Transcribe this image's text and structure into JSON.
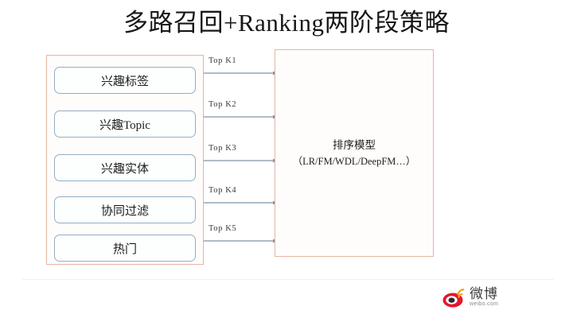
{
  "slide": {
    "title": "多路召回+Ranking两阶段策略",
    "background_color": "#ffffff",
    "title_color": "#171717"
  },
  "recall_stage": {
    "container_border_color": "#e8b3a2",
    "box_border_color": "#93aec2",
    "channels": [
      {
        "label": "兴趣标签"
      },
      {
        "label": "兴趣Topic"
      },
      {
        "label": "兴趣实体"
      },
      {
        "label": "协同过滤"
      },
      {
        "label": "热门"
      }
    ]
  },
  "arrows": {
    "line_color": "#7d93a8",
    "items": [
      {
        "label": "Top  K1"
      },
      {
        "label": "Top  K2"
      },
      {
        "label": "Top  K3"
      },
      {
        "label": "Top  K4"
      },
      {
        "label": "Top  K5"
      }
    ]
  },
  "ranking_stage": {
    "border_color": "#e8b3a2",
    "title": "排序模型",
    "subtitle": "（LR/FM/WDL/DeepFM…）"
  },
  "watermark": {
    "brand_cn": "微博",
    "url": "weibo.com",
    "logo_color": "#e6162d",
    "accent_color": "#f5a623"
  }
}
